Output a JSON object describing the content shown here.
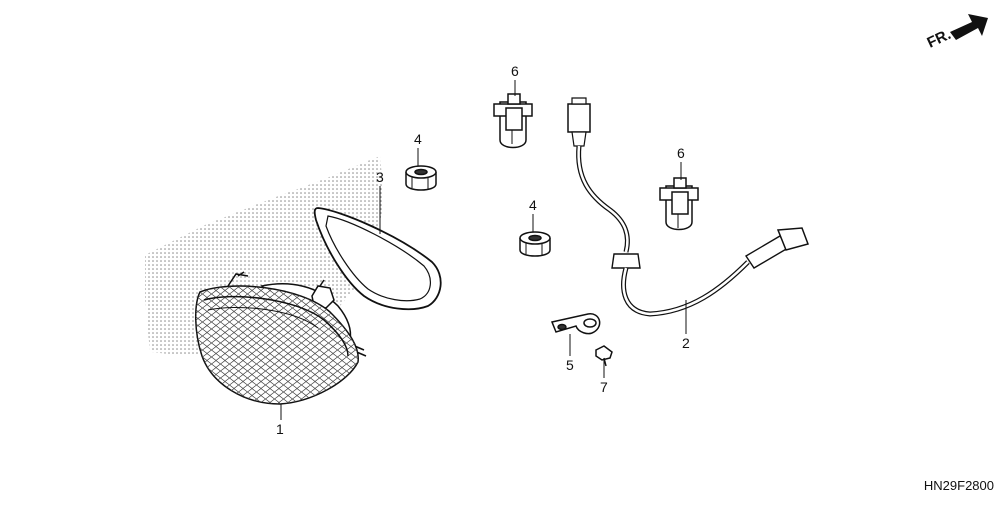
{
  "diagram": {
    "direction_label": "FR.",
    "drawing_code": "HN29F2800",
    "callouts": [
      "1",
      "2",
      "3",
      "4",
      "4",
      "5",
      "6",
      "6",
      "7"
    ]
  },
  "colors": {
    "line": "#111111",
    "stipple": "#555555",
    "background": "#ffffff"
  }
}
